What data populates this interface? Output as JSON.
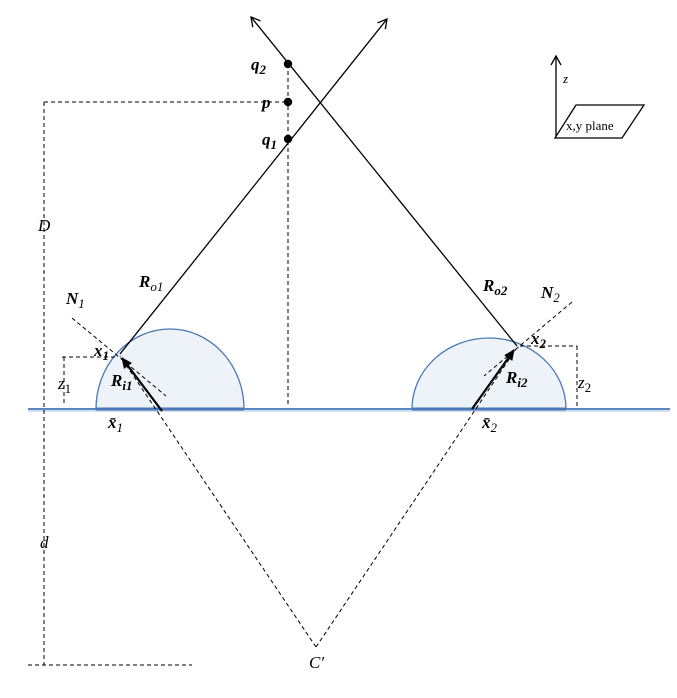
{
  "labels": {
    "q2": "q",
    "q2_sub": "2",
    "p": "p",
    "q1": "q",
    "q1_sub": "1",
    "D": "D",
    "d": "d",
    "C": "C′",
    "z_axis": "z",
    "plane": "x,y plane",
    "Ro1": "R",
    "Ro1_sub": "o1",
    "Ro2": "R",
    "Ro2_sub": "o2",
    "N1": "N",
    "N1_sub": "1",
    "N2": "N",
    "N2_sub": "2",
    "x1": "x",
    "x1_sub": "1",
    "x2": "x",
    "x2_sub": "2",
    "Ri1": "R",
    "Ri1_sub": "i1",
    "Ri2": "R",
    "Ri2_sub": "i2",
    "z1": "z",
    "z1_sub": "1",
    "z2": "z",
    "z2_sub": "2",
    "xbar1": "x̄",
    "xbar1_sub": "1",
    "xbar2": "x̄",
    "xbar2_sub": "2"
  },
  "colors": {
    "surface": "#5b88c4",
    "drop_fill": "#eef3fa",
    "drop_stroke": "#4a78b8",
    "line": "#000000"
  }
}
